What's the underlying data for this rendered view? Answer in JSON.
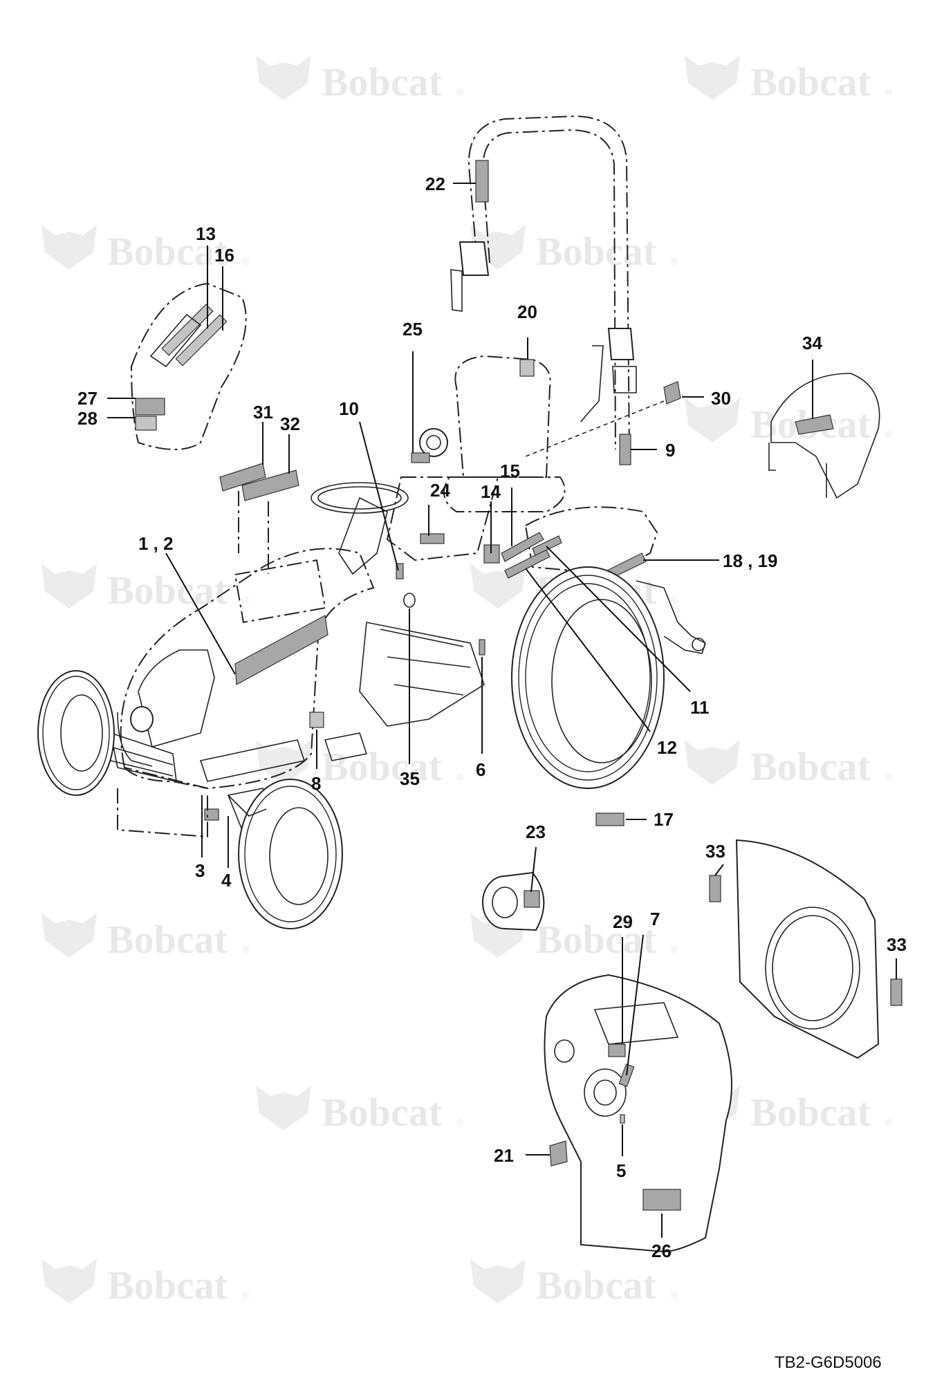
{
  "diagram": {
    "drawing_number": "TB2-G6D5006",
    "watermark_text": "Bobcat",
    "watermark_mark": "®",
    "callouts": {
      "c1_2": "1 , 2",
      "c3": "3",
      "c4": "4",
      "c5": "5",
      "c6": "6",
      "c7": "7",
      "c8": "8",
      "c9": "9",
      "c10": "10",
      "c11": "11",
      "c12": "12",
      "c13": "13",
      "c14": "14",
      "c15": "15",
      "c16": "16",
      "c17": "17",
      "c18_19": "18 , 19",
      "c20": "20",
      "c21": "21",
      "c22": "22",
      "c23": "23",
      "c24": "24",
      "c25": "25",
      "c26": "26",
      "c27": "27",
      "c28": "28",
      "c29": "29",
      "c30": "30",
      "c31": "31",
      "c32": "32",
      "c33a": "33",
      "c33b": "33",
      "c34": "34",
      "c35": "35"
    }
  }
}
